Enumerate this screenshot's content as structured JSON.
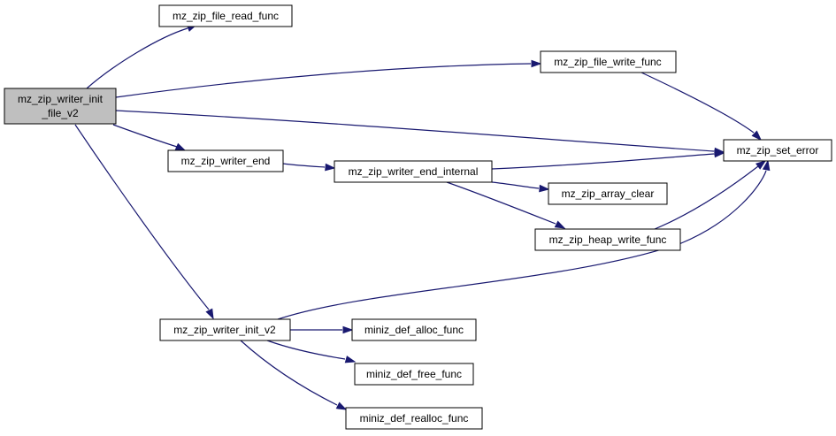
{
  "diagram": {
    "nodes": {
      "root": {
        "lines": [
          "mz_zip_writer_init",
          "_file_v2"
        ]
      },
      "read_func": {
        "lines": [
          "mz_zip_file_read_func"
        ]
      },
      "write_func": {
        "lines": [
          "mz_zip_file_write_func"
        ]
      },
      "set_error": {
        "lines": [
          "mz_zip_set_error"
        ]
      },
      "writer_end": {
        "lines": [
          "mz_zip_writer_end"
        ]
      },
      "writer_end_internal": {
        "lines": [
          "mz_zip_writer_end_internal"
        ]
      },
      "array_clear": {
        "lines": [
          "mz_zip_array_clear"
        ]
      },
      "heap_write_func": {
        "lines": [
          "mz_zip_heap_write_func"
        ]
      },
      "writer_init_v2": {
        "lines": [
          "mz_zip_writer_init_v2"
        ]
      },
      "def_alloc": {
        "lines": [
          "miniz_def_alloc_func"
        ]
      },
      "def_free": {
        "lines": [
          "miniz_def_free_func"
        ]
      },
      "def_realloc": {
        "lines": [
          "miniz_def_realloc_func"
        ]
      }
    },
    "edges": [
      {
        "from": "root",
        "to": "read_func"
      },
      {
        "from": "root",
        "to": "write_func"
      },
      {
        "from": "root",
        "to": "set_error"
      },
      {
        "from": "root",
        "to": "writer_end"
      },
      {
        "from": "root",
        "to": "writer_init_v2"
      },
      {
        "from": "write_func",
        "to": "set_error"
      },
      {
        "from": "writer_end",
        "to": "writer_end_internal"
      },
      {
        "from": "writer_end_internal",
        "to": "set_error"
      },
      {
        "from": "writer_end_internal",
        "to": "array_clear"
      },
      {
        "from": "writer_end_internal",
        "to": "heap_write_func"
      },
      {
        "from": "heap_write_func",
        "to": "set_error"
      },
      {
        "from": "writer_init_v2",
        "to": "set_error"
      },
      {
        "from": "writer_init_v2",
        "to": "def_alloc"
      },
      {
        "from": "writer_init_v2",
        "to": "def_free"
      },
      {
        "from": "writer_init_v2",
        "to": "def_realloc"
      }
    ]
  }
}
